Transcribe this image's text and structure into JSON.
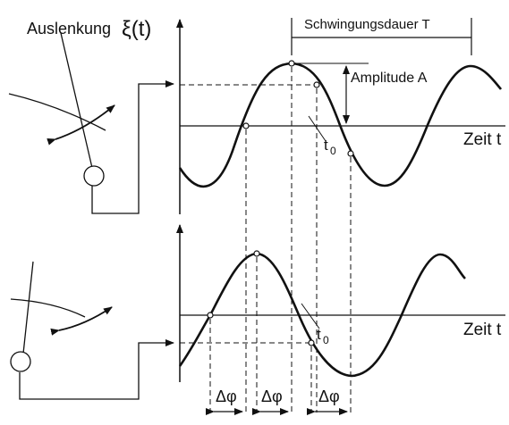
{
  "diagram": {
    "ylabel_text": "Auslenkung",
    "ylabel_symbol": "ξ(t)",
    "period_label": "Schwingungsdauer T",
    "amplitude_label": "Amplitude A",
    "time_axis_label_top": "Zeit t",
    "time_axis_label_bottom": "Zeit t",
    "t0_top": "t",
    "t0_top_sub": "0",
    "t0_bottom": "t",
    "t0_bottom_sub": "0",
    "phase_labels": [
      "Δφ",
      "Δφ",
      "Δφ"
    ]
  },
  "colors": {
    "ink": "#111111",
    "background": "#ffffff"
  }
}
